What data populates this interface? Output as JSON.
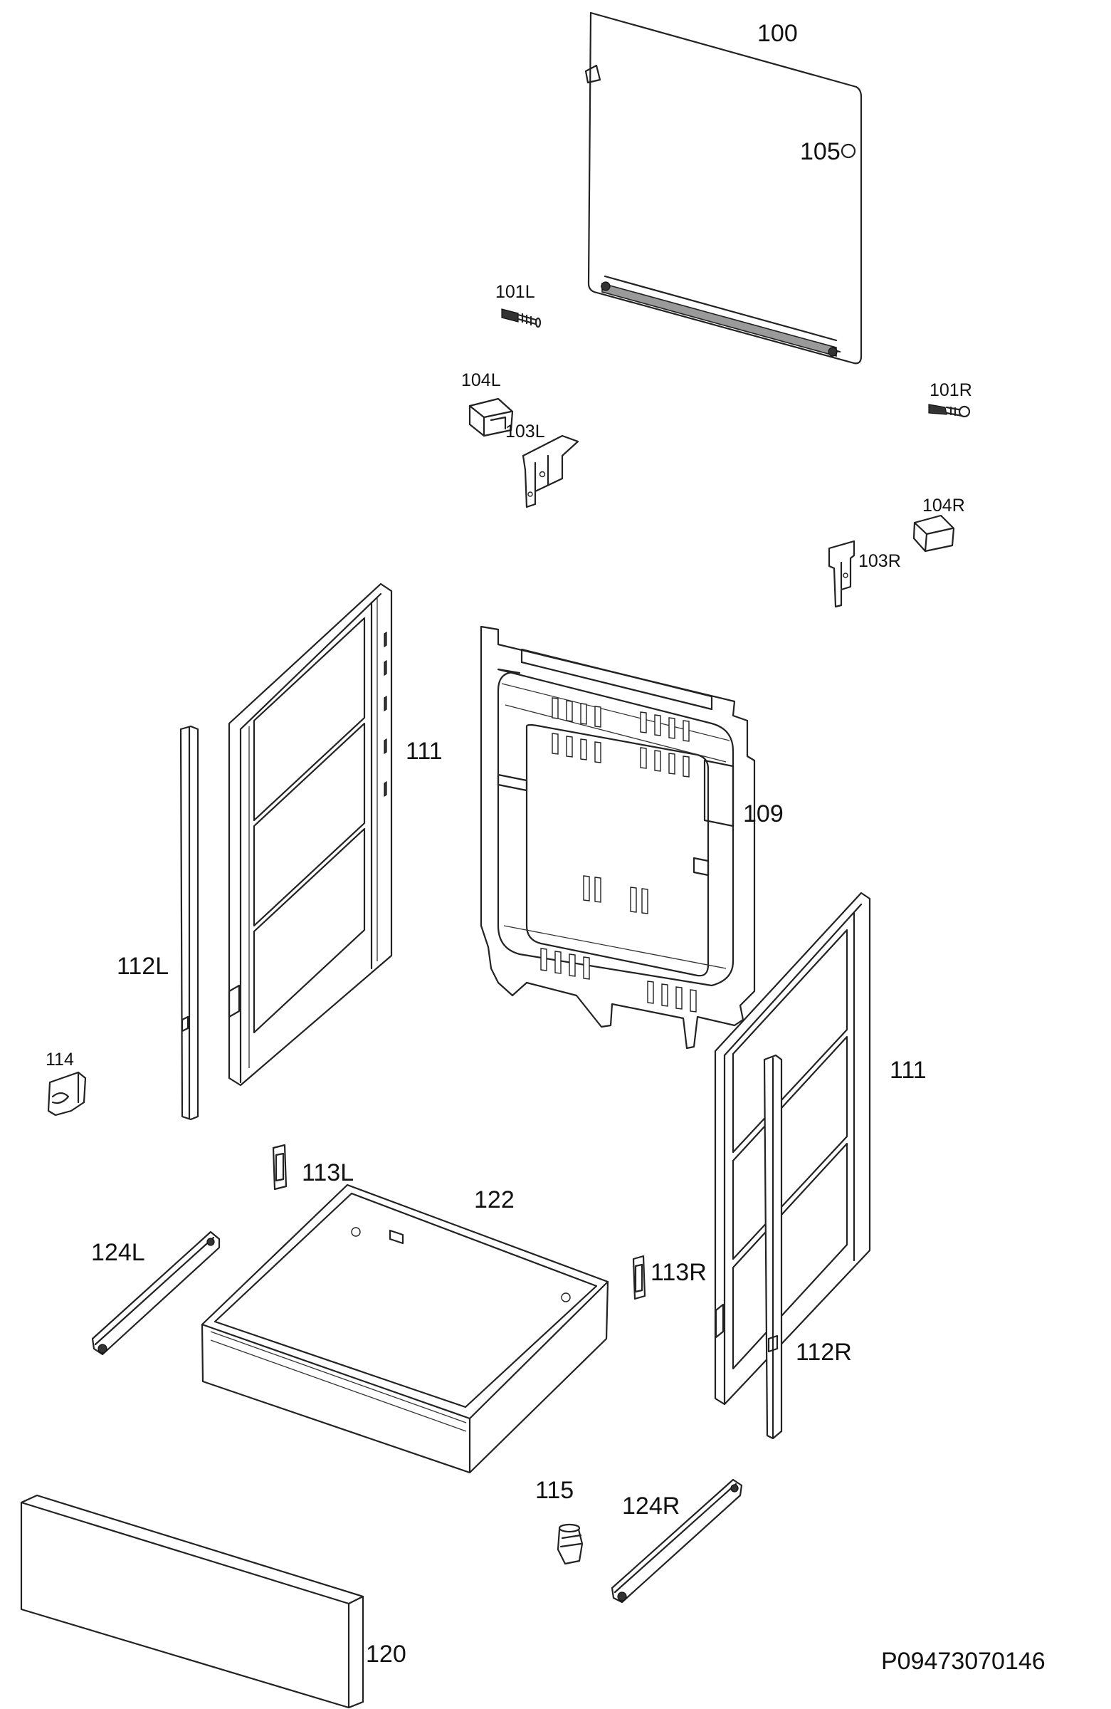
{
  "labels": {
    "p100": "100",
    "p105": "105",
    "p101L": "101L",
    "p104L": "104L",
    "p103L": "103L",
    "p101R": "101R",
    "p104R": "104R",
    "p103R": "103R",
    "p111a": "111",
    "p109": "109",
    "p112L": "112L",
    "p114": "114",
    "p111b": "111",
    "p113L": "113L",
    "p122": "122",
    "p124L": "124L",
    "p113R": "113R",
    "p112R": "112R",
    "p115": "115",
    "p124R": "124R",
    "p120": "120"
  },
  "drawing_code": "P09473070146"
}
